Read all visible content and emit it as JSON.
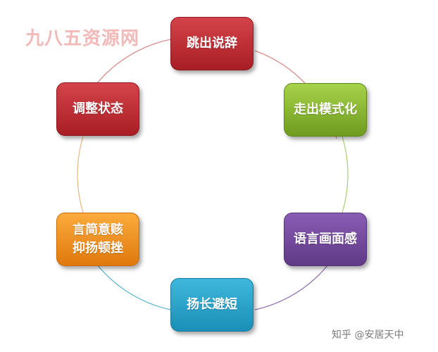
{
  "watermark": "九八五资源网",
  "credit": "知乎 @安居天中",
  "nodes": {
    "top": {
      "lines": [
        "跳出说辞"
      ],
      "color": "#c0282f"
    },
    "right": {
      "lines": [
        "走出模式化"
      ],
      "color": "#8cbf2e"
    },
    "left": {
      "lines": [
        "调整状态"
      ],
      "color": "#c0282f"
    },
    "bottom_left": {
      "lines": [
        "言简意赅",
        "抑扬顿挫"
      ],
      "color": "#f49222"
    },
    "bottom_right": {
      "lines": [
        "语言画面感"
      ],
      "color": "#74479e"
    },
    "bottom": {
      "lines": [
        "扬长避短"
      ],
      "color": "#2ba3cc"
    }
  },
  "ring_colors": [
    "#c0282f",
    "#8cbf2e",
    "#74479e",
    "#2ba3cc",
    "#f49222",
    "#c0282f"
  ]
}
